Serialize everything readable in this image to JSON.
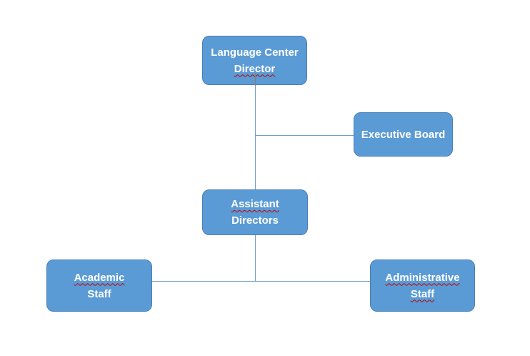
{
  "diagram": {
    "type": "org-chart",
    "nodes": [
      {
        "id": "language-center-director",
        "lines": [
          {
            "text": "Language Center",
            "spellcheck_flag": false
          },
          {
            "text": "Director",
            "spellcheck_flag": true
          }
        ]
      },
      {
        "id": "executive-board",
        "lines": [
          {
            "text": "Executive Board",
            "spellcheck_flag": false
          }
        ]
      },
      {
        "id": "assistant-directors",
        "lines": [
          {
            "text": "Assistant",
            "spellcheck_flag": true
          },
          {
            "text": "Directors",
            "spellcheck_flag": false
          }
        ]
      },
      {
        "id": "academic-staff",
        "lines": [
          {
            "text": "Academic",
            "spellcheck_flag": true
          },
          {
            "text": "Staff",
            "spellcheck_flag": false
          }
        ]
      },
      {
        "id": "administrative-staff",
        "lines": [
          {
            "text": "Administrative",
            "spellcheck_flag": true
          },
          {
            "text": "Staff",
            "spellcheck_flag": true
          }
        ]
      }
    ],
    "edges": [
      {
        "from": "language-center-director",
        "to": "assistant-directors"
      },
      {
        "from": "language-center-director",
        "to": "executive-board"
      },
      {
        "from": "assistant-directors",
        "to": "academic-staff"
      },
      {
        "from": "assistant-directors",
        "to": "administrative-staff"
      }
    ],
    "colors": {
      "node_fill": "#5B9BD5",
      "node_border": "#4A7EB8",
      "node_text": "#FFFFFF",
      "connector": "#6FA0CB",
      "spellcheck_underline": "#C00000",
      "connector_stub": "#8A7D70",
      "background": "#FFFFFF"
    }
  }
}
